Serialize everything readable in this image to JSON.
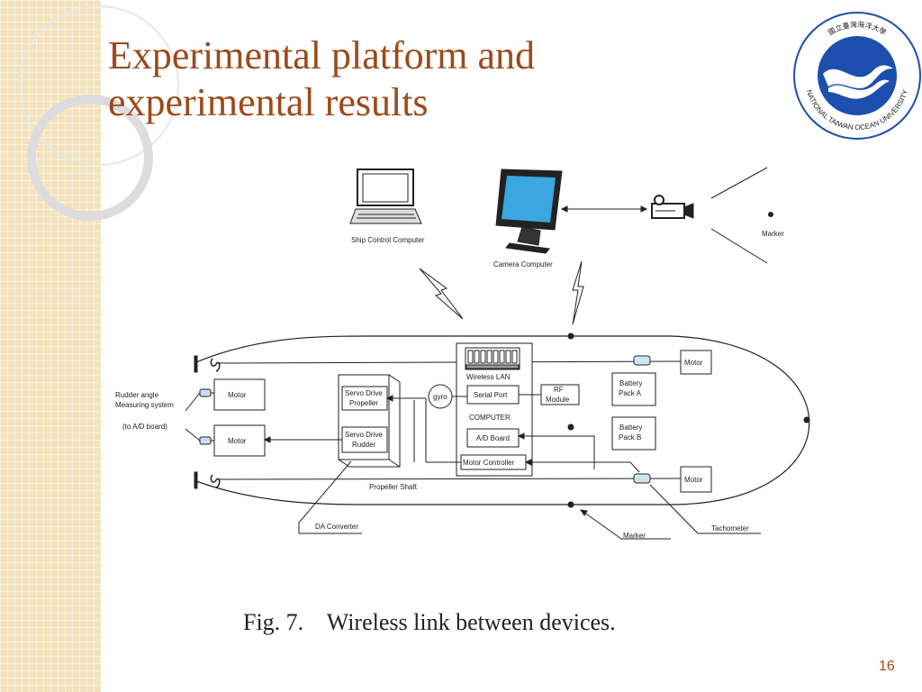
{
  "slide": {
    "title_line1": "Experimental platform and",
    "title_line2": "experimental results",
    "caption": "Fig. 7.    Wireless link between devices.",
    "page_number": "16"
  },
  "logo": {
    "text_top": "國立臺灣海洋大學",
    "text_bottom": "NATIONAL TAIWAN OCEAN UNIVERSITY",
    "color": "#1d4fb0"
  },
  "diagram": {
    "ship_control_computer": "Ship Control Computer",
    "camera_computer": "Camera Computer",
    "marker_top": "Marker",
    "rudder_label_1": "Rudder angle",
    "rudder_label_2": "Measuring system",
    "rudder_label_3": "(to A/D board)",
    "motor_left_top": "Motor",
    "motor_left_bottom": "Motor",
    "servo_propeller_1": "Servo Drive",
    "servo_propeller_2": "Propeller",
    "servo_rudder_1": "Servo Drive",
    "servo_rudder_2": "Rudder",
    "gyro": "gyro",
    "wireless_lan": "Wireless LAN",
    "serial_port": "Serial Port",
    "computer": "COMPUTER",
    "ad_board": "A/D Board",
    "motor_controller": "Motor Controller",
    "rf_module_1": "RF",
    "rf_module_2": "Module",
    "battery_a_1": "Battery",
    "battery_a_2": "Pack A",
    "battery_b_1": "Battery",
    "battery_b_2": "Pack B",
    "motor_right_top": "Motor",
    "motor_right_bottom": "Motor",
    "propeller_shaft": "Propeller Shaft",
    "da_converter": "DA Converter",
    "marker_bottom": "Marker",
    "tachometer": "Tachometer"
  }
}
